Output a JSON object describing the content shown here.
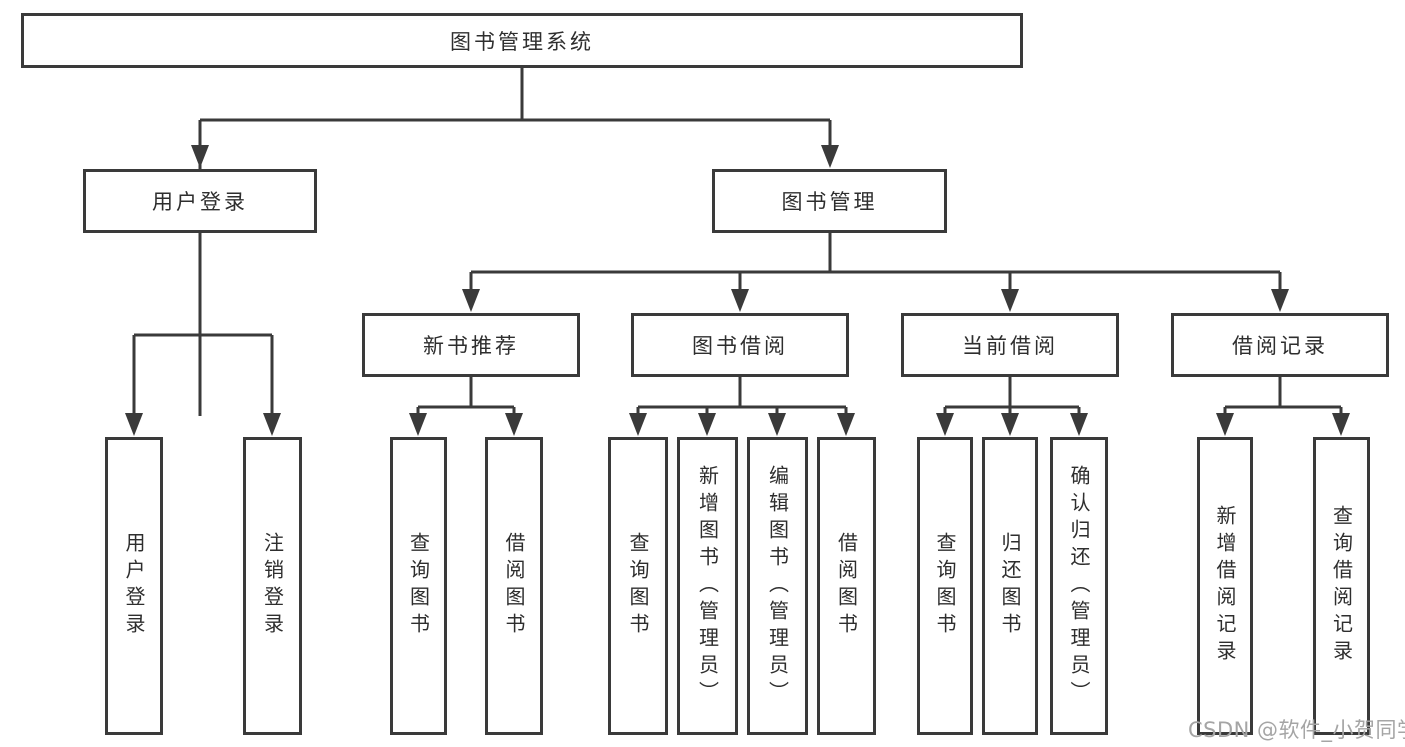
{
  "diagram": {
    "root": {
      "label": "图书管理系统"
    },
    "level2": {
      "login": {
        "label": "用户登录"
      },
      "manage": {
        "label": "图书管理"
      }
    },
    "level3": {
      "newbook": {
        "label": "新书推荐"
      },
      "borrow": {
        "label": "图书借阅"
      },
      "current": {
        "label": "当前借阅"
      },
      "records": {
        "label": "借阅记录"
      }
    },
    "leaves": {
      "login": [
        "用户登录",
        "注销登录"
      ],
      "newbook": [
        "查询图书",
        "借阅图书"
      ],
      "borrow": [
        "查询图书",
        "新增图书（管理员）",
        "编辑图书（管理员）",
        "借阅图书"
      ],
      "current": [
        "查询图书",
        "归还图书",
        "确认归还（管理员）"
      ],
      "records": [
        "新增借阅记录",
        "查询借阅记录"
      ]
    }
  },
  "watermark": "CSDN @软件_小贺同学",
  "colors": {
    "line": "#3a3a3a",
    "text": "#2e2e2e",
    "watermark": "#a5a5a5",
    "background": "#ffffff"
  }
}
